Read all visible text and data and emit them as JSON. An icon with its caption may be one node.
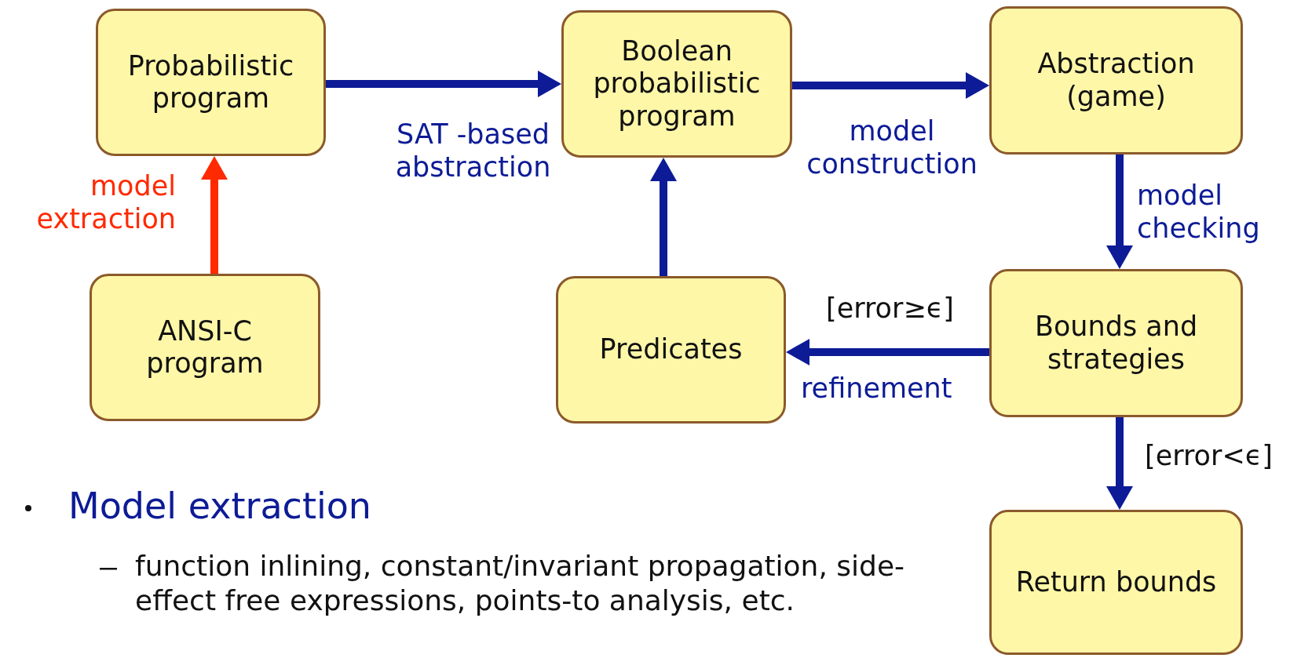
{
  "diagram": {
    "nodes": [
      {
        "text": [
          "Probabilistic program"
        ]
      },
      {
        "text": [
          "Boolean probabilistic program"
        ]
      },
      {
        "text": [
          "Abstraction (game)"
        ]
      },
      {
        "text": [
          "ANSI-C program"
        ]
      },
      {
        "text": [
          "Predicates"
        ]
      },
      {
        "text": [
          "Bounds and strategies"
        ]
      },
      {
        "text": [
          "Return bounds"
        ]
      }
    ],
    "edges": [
      {
        "from": 3,
        "to": 0,
        "arrow": "to",
        "label": "model extraction",
        "color": "#ff2a00"
      },
      {
        "from": 0,
        "to": 1,
        "arrow": "to",
        "label": "SAT -based abstraction"
      },
      {
        "from": 1,
        "to": 2,
        "arrow": "to",
        "label": "model construction"
      },
      {
        "from": 2,
        "to": 5,
        "arrow": "to",
        "label": "model checking"
      },
      {
        "from": 5,
        "to": 4,
        "arrow": "to",
        "label": "refinement"
      },
      {
        "from": 4,
        "to": 1,
        "arrow": "to"
      },
      {
        "from": 5,
        "to": 6,
        "arrow": "to"
      }
    ],
    "labels": [
      "[error≥ϵ]",
      "[error<ϵ]",
      "Model extraction",
      "function inlining, constant/invariant propagation, side-effect free expressions, points-to analysis, etc."
    ]
  }
}
